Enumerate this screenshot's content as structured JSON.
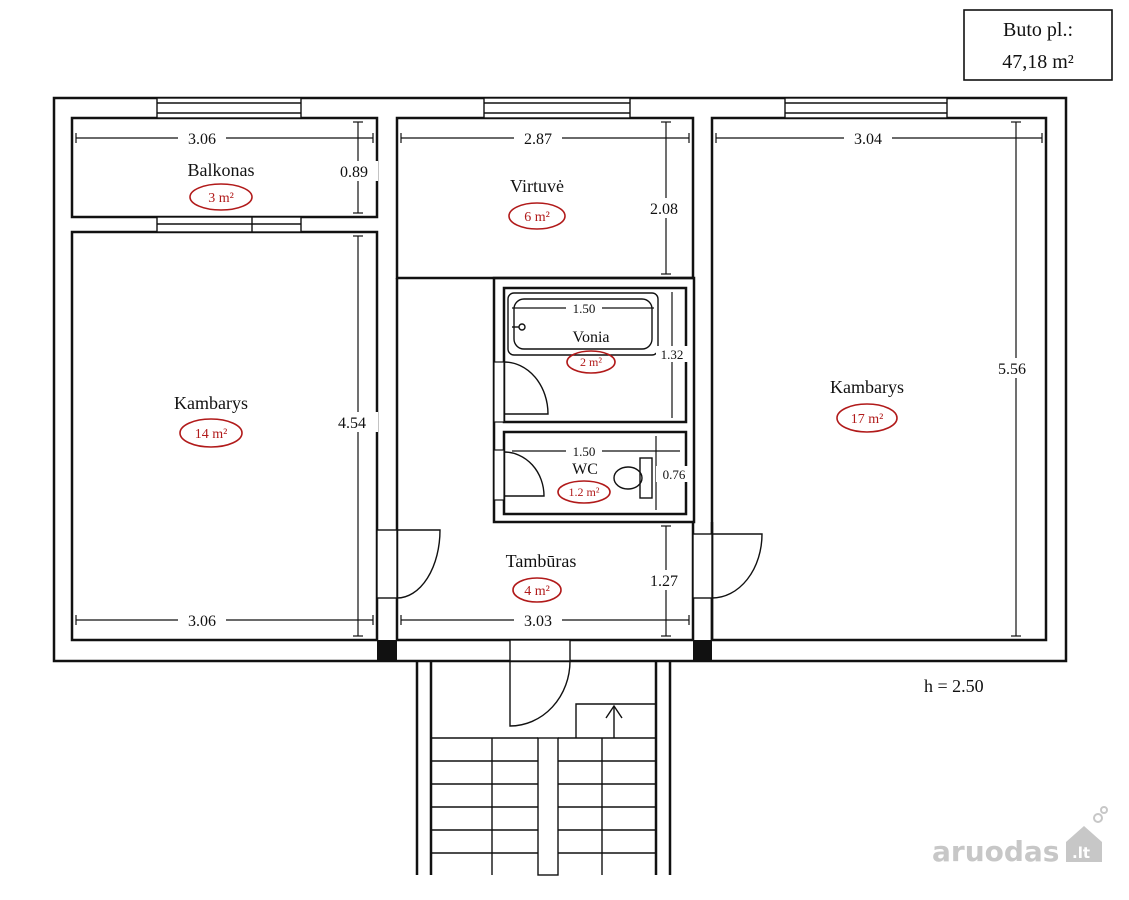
{
  "total": {
    "label": "Buto pl.:",
    "value": "47,18 m²"
  },
  "height_note": "h = 2.50",
  "rooms": {
    "balkonas": {
      "name": "Balkonas",
      "area": "3 m²"
    },
    "virtuve": {
      "name": "Virtuvė",
      "area": "6 m²"
    },
    "kambarys_l": {
      "name": "Kambarys",
      "area": "14 m²"
    },
    "kambarys_r": {
      "name": "Kambarys",
      "area": "17 m²"
    },
    "vonia": {
      "name": "Vonia",
      "area": "2 m²"
    },
    "wc": {
      "name": "WC",
      "area": "1.2 m²"
    },
    "tamburas": {
      "name": "Tambūras",
      "area": "4 m²"
    }
  },
  "dimensions": {
    "balk_w": "3.06",
    "balk_h": "0.89",
    "kit_w": "2.87",
    "kit_h": "2.08",
    "right_w": "3.04",
    "right_h": "5.56",
    "left_h": "4.54",
    "left_w": "3.06",
    "hall_w": "3.03",
    "hall_h": "1.27",
    "bath_w": "1.50",
    "bath_h": "1.32",
    "wc_w": "1.50",
    "wc_h": "0.76"
  },
  "watermark": {
    "text": "aruodas",
    "suffix": ".lt"
  }
}
